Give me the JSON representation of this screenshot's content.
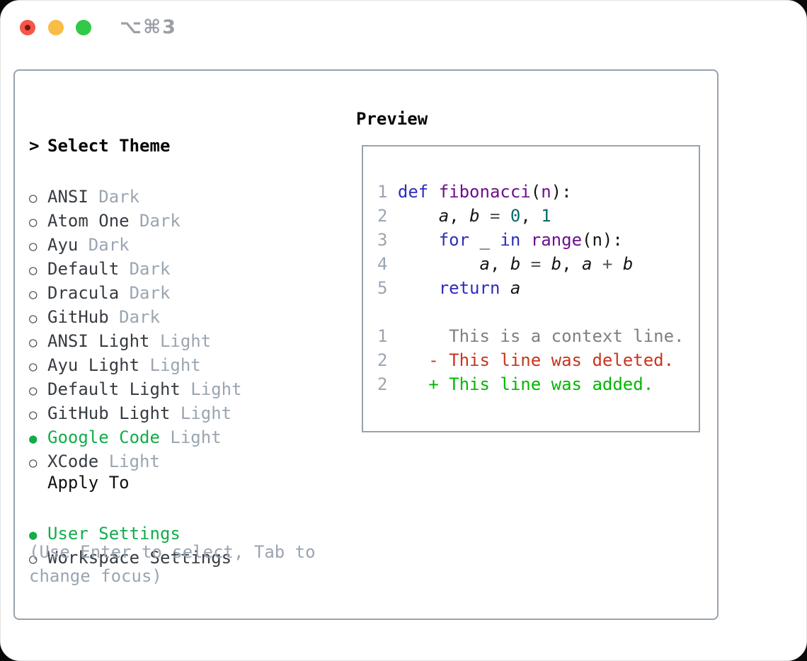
{
  "window": {
    "title": "⌥⌘3",
    "traffic_lights": [
      "close",
      "minimize",
      "zoom"
    ],
    "colors": {
      "close": "#f4564b",
      "minimize": "#f8bd46",
      "zoom": "#33c848",
      "panel_border": "#98a2ad",
      "accent_green": "#12ad49",
      "muted_gray": "#9aa5b1"
    }
  },
  "selector": {
    "prefix": ">",
    "header": "Select Theme",
    "radio_icon": "○",
    "radio_selected_icon": "●",
    "items": [
      {
        "id": "ansi-dark",
        "label": "ANSI",
        "tag": "Dark",
        "selected": false
      },
      {
        "id": "atom-one-dark",
        "label": "Atom One",
        "tag": "Dark",
        "selected": false
      },
      {
        "id": "ayu-dark",
        "label": "Ayu",
        "tag": "Dark",
        "selected": false
      },
      {
        "id": "default-dark",
        "label": "Default",
        "tag": "Dark",
        "selected": false
      },
      {
        "id": "dracula-dark",
        "label": "Dracula",
        "tag": "Dark",
        "selected": false
      },
      {
        "id": "github-dark",
        "label": "GitHub",
        "tag": "Dark",
        "selected": false
      },
      {
        "id": "ansi-light",
        "label": "ANSI Light",
        "tag": "Light",
        "selected": false
      },
      {
        "id": "ayu-light",
        "label": "Ayu Light",
        "tag": "Light",
        "selected": false
      },
      {
        "id": "default-light",
        "label": "Default Light",
        "tag": "Light",
        "selected": false
      },
      {
        "id": "github-light",
        "label": "GitHub Light",
        "tag": "Light",
        "selected": false
      },
      {
        "id": "google-code",
        "label": "Google Code",
        "tag": "Light",
        "selected": true
      },
      {
        "id": "xcode",
        "label": "XCode",
        "tag": "Light",
        "selected": false
      }
    ],
    "apply_to": {
      "header": "Apply To",
      "items": [
        {
          "id": "user-settings",
          "label": "User Settings",
          "selected": true
        },
        {
          "id": "workspace-settings",
          "label": "Workspace Settings",
          "selected": false
        }
      ]
    },
    "hint": "(Use Enter to select, Tab to change focus)"
  },
  "preview": {
    "title": "Preview",
    "syntax_colors": {
      "keyword": "#2d2dbe",
      "function": "#6e0f8c",
      "number": "#076a6a",
      "line_number": "#9aa5b1",
      "diff_context": "#7f7f7f",
      "diff_deleted": "#c9341d",
      "diff_added": "#00b800"
    },
    "code_lines": [
      {
        "num": "1",
        "tokens": [
          [
            "kw",
            "def "
          ],
          [
            "fn",
            "fibonacci"
          ],
          [
            "pl",
            "("
          ],
          [
            "fn",
            "n"
          ],
          [
            "pl",
            "):"
          ]
        ]
      },
      {
        "num": "2",
        "tokens": [
          [
            "pl",
            "    "
          ],
          [
            "va",
            "a"
          ],
          [
            "pl",
            ", "
          ],
          [
            "va",
            "b"
          ],
          [
            "op",
            " = "
          ],
          [
            "nu",
            "0"
          ],
          [
            "pl",
            ", "
          ],
          [
            "nu",
            "1"
          ]
        ]
      },
      {
        "num": "3",
        "tokens": [
          [
            "pl",
            "    "
          ],
          [
            "kw",
            "for "
          ],
          [
            "pl",
            "_ "
          ],
          [
            "kw",
            "in "
          ],
          [
            "fn",
            "range"
          ],
          [
            "pl",
            "("
          ],
          [
            "pl",
            "n"
          ],
          [
            "pl",
            "):"
          ]
        ]
      },
      {
        "num": "4",
        "tokens": [
          [
            "pl",
            "        "
          ],
          [
            "va",
            "a"
          ],
          [
            "pl",
            ", "
          ],
          [
            "va",
            "b"
          ],
          [
            "op",
            " = "
          ],
          [
            "va",
            "b"
          ],
          [
            "pl",
            ", "
          ],
          [
            "va",
            "a"
          ],
          [
            "op",
            " + "
          ],
          [
            "va",
            "b"
          ]
        ]
      },
      {
        "num": "5",
        "tokens": [
          [
            "pl",
            "    "
          ],
          [
            "kw",
            "return "
          ],
          [
            "va",
            "a"
          ]
        ]
      },
      {
        "blank": true
      },
      {
        "num": "1",
        "marker": " ",
        "type": "ctx",
        "text": "This is a context line."
      },
      {
        "num": "2",
        "marker": "-",
        "type": "del",
        "text": "This line was deleted."
      },
      {
        "num": "2",
        "marker": "+",
        "type": "add",
        "text": "This line was added."
      }
    ]
  }
}
